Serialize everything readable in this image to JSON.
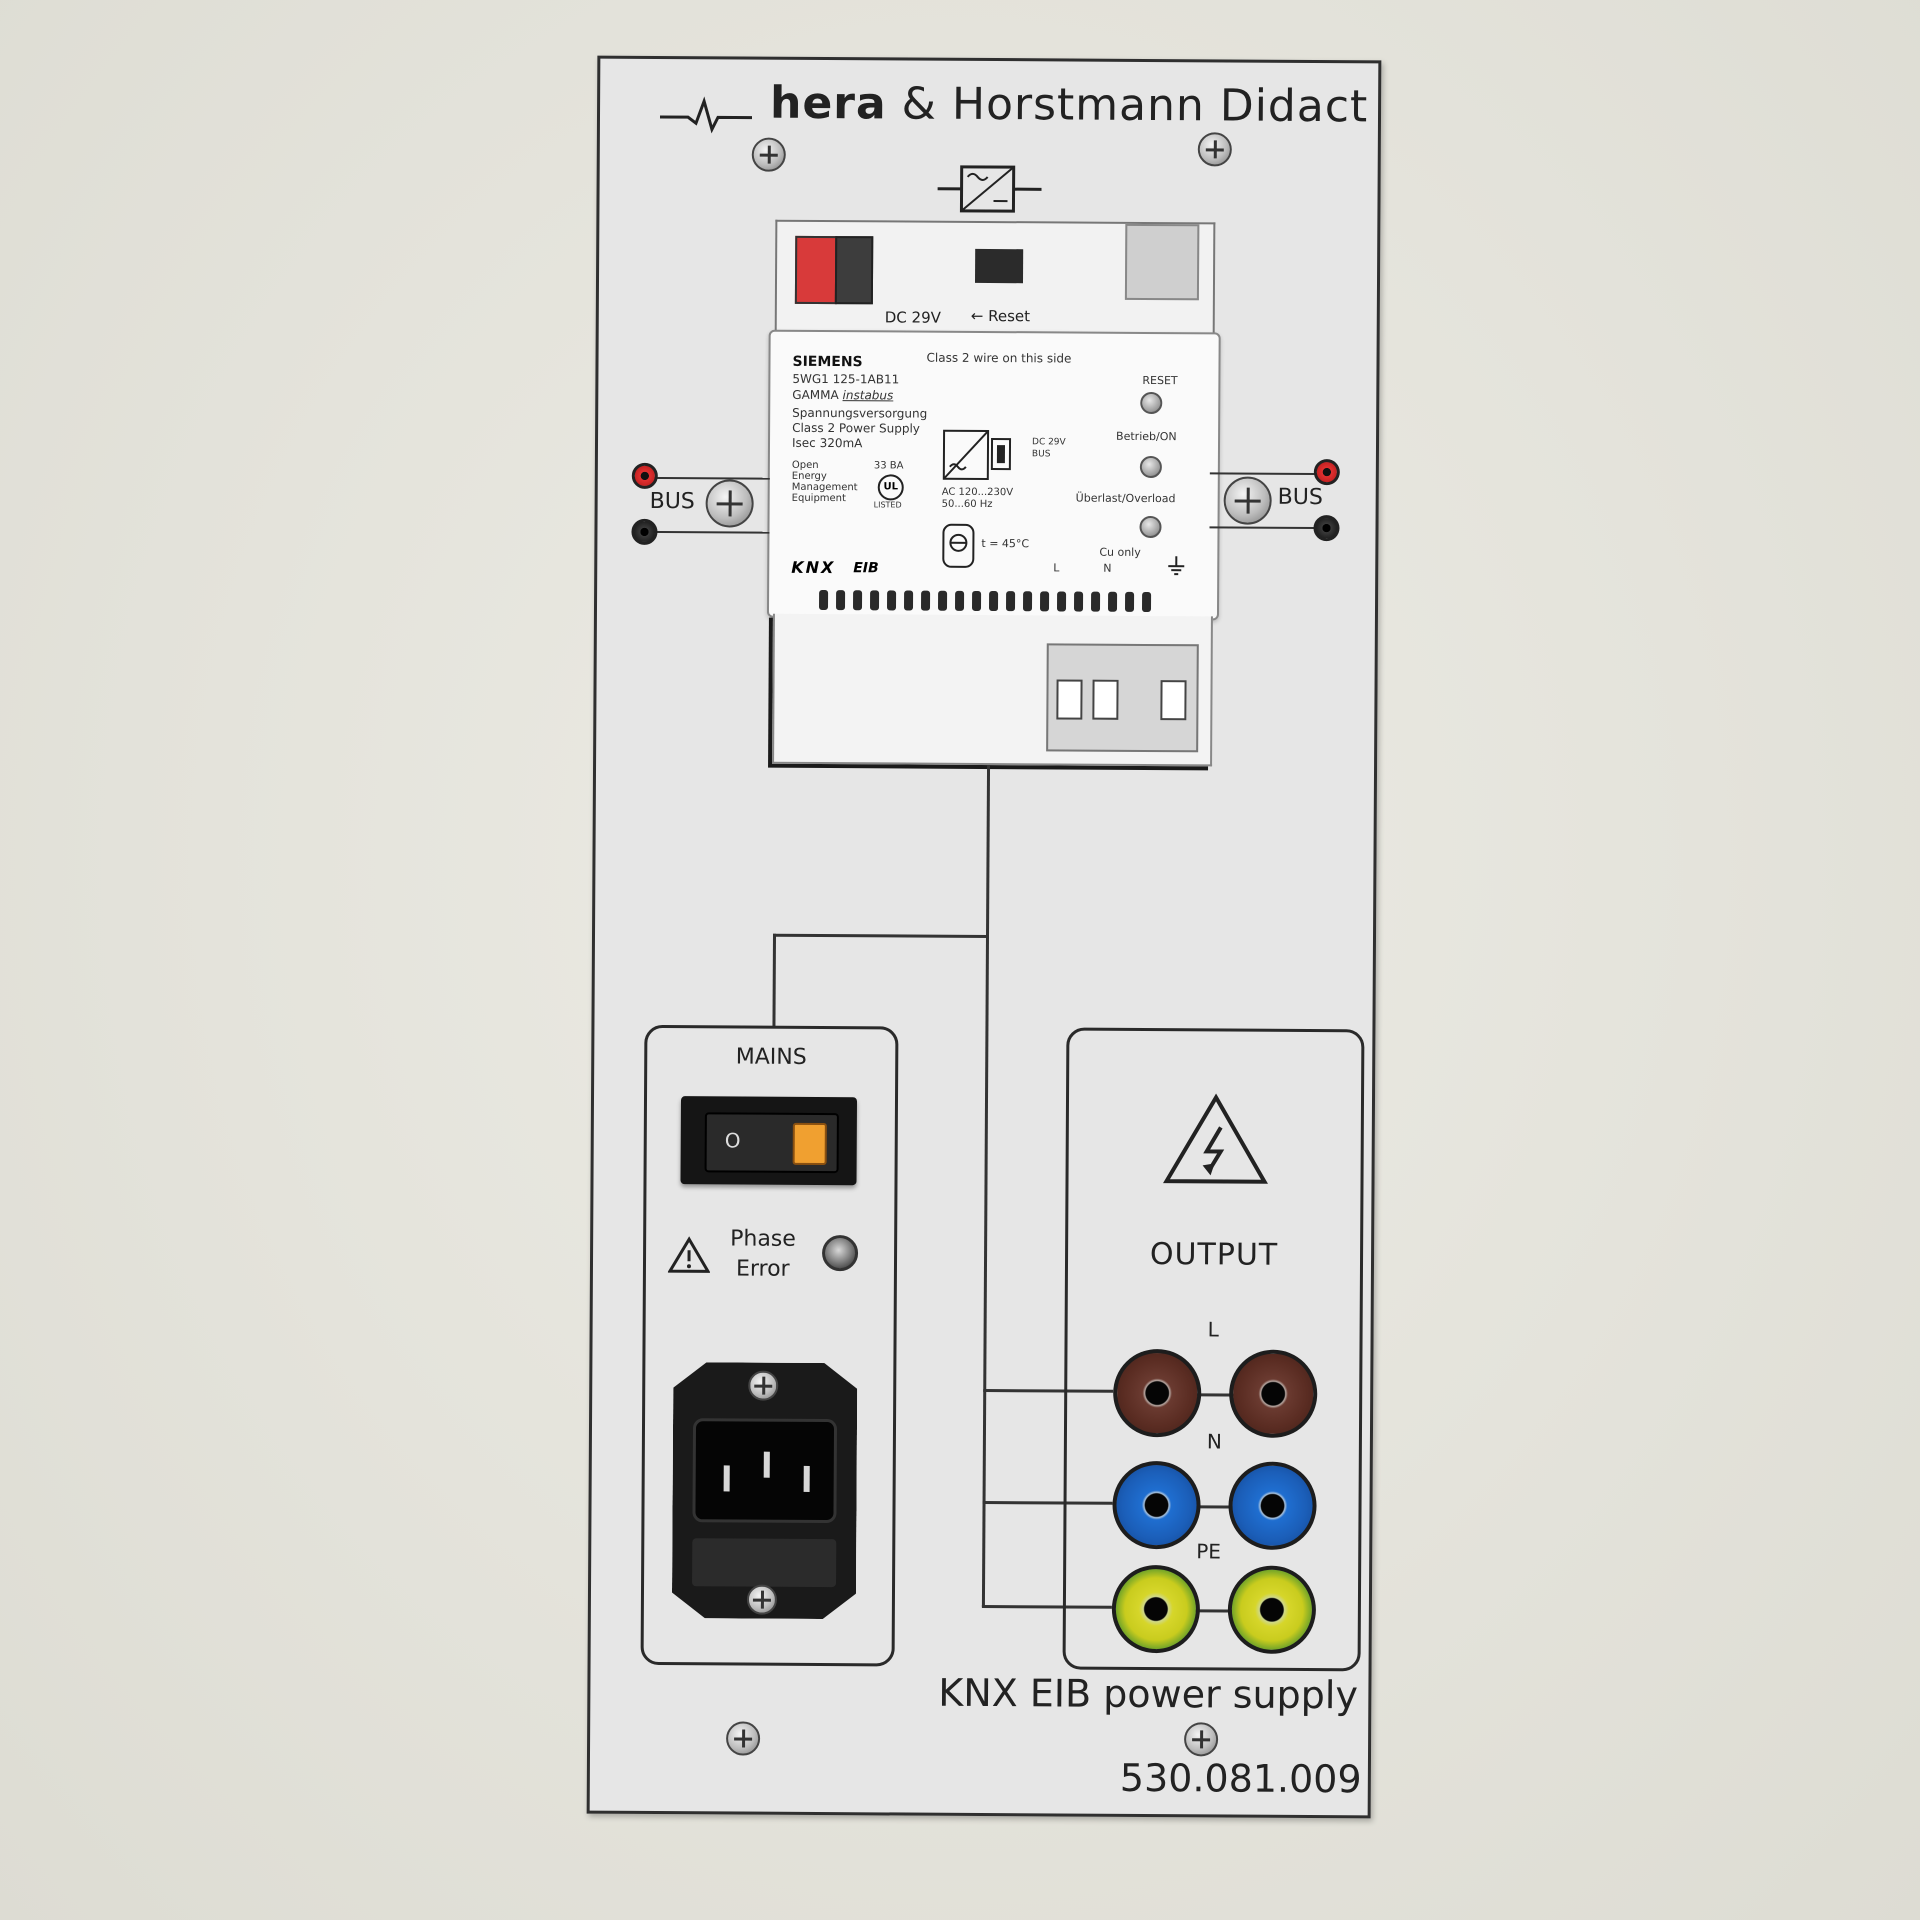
{
  "panel": {
    "brand_hera": "hera",
    "brand_rest": "& Horstmann Didact",
    "product_title": "KNX EIB power supply",
    "article_number": "530.081.009"
  },
  "bus": {
    "left_label": "BUS",
    "right_label": "BUS"
  },
  "device": {
    "dc_label": "DC 29V",
    "reset_top_label": "← Reset",
    "manufacturer": "SIEMENS",
    "class2_note": "Class 2 wire on this side",
    "model": "5WG1 125-1AB11",
    "series_prefix": "GAMMA",
    "series_name": "instabus",
    "desc_de": "Spannungsversorgung",
    "desc_en": "Class 2 Power Supply",
    "isec": "Isec 320mA",
    "reset_label": "RESET",
    "on_label": "Betrieb/ON",
    "overload_label": "Überlast/Overload",
    "cu_label": "Cu only",
    "dc_bus_line1": "DC 29V",
    "dc_bus_line2": "BUS",
    "ac_line1": "AC 120...230V",
    "ac_line2": "50...60 Hz",
    "open_energy": [
      "Open",
      "Energy",
      "Management",
      "Equipment"
    ],
    "ul_code": "33 BA",
    "ul_listed": "LISTED",
    "temp": "t = 45°C",
    "term_l": "L",
    "term_n": "N",
    "logo_knx": "KNX",
    "logo_eib": "EIB"
  },
  "mains": {
    "title": "MAINS",
    "switch_off_glyph": "O",
    "phase_error_line1": "Phase",
    "phase_error_line2": "Error"
  },
  "output": {
    "title": "OUTPUT",
    "l_label": "L",
    "n_label": "N",
    "pe_label": "PE"
  },
  "colors": {
    "panel": "#e6e6e6",
    "switch_lamp": "#f0a030",
    "jack_brown": "#5a2c22",
    "jack_blue": "#1f6ed0",
    "jack_yellow_green": "#d6d62a",
    "jack_red": "#e23030"
  }
}
